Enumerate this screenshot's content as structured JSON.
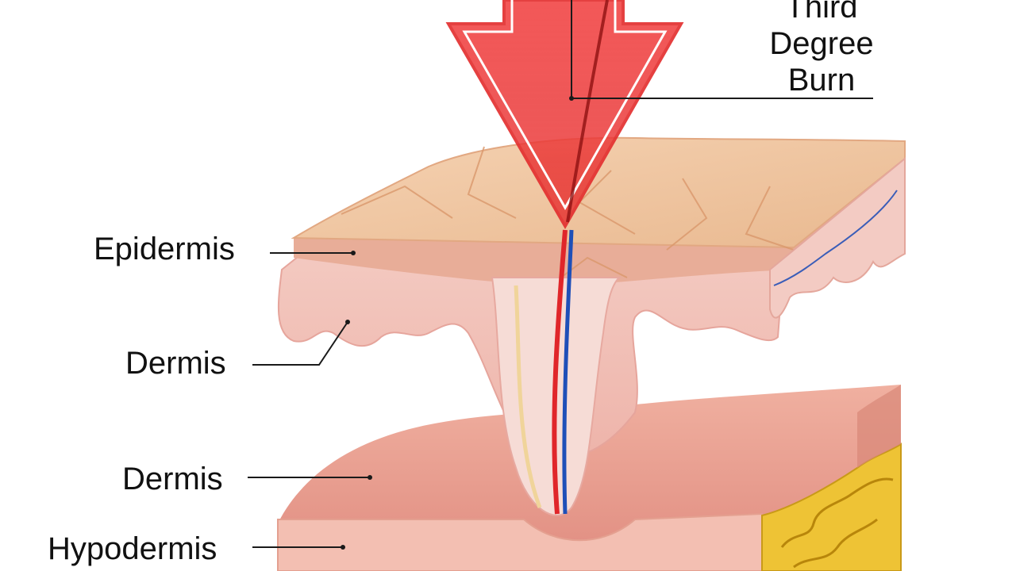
{
  "title": {
    "lines": [
      "Third",
      "Degree",
      "Burn"
    ]
  },
  "labels": {
    "epidermis": "Epidermis",
    "dermis_upper": "Dermis",
    "dermis_lower": "Dermis",
    "hypodermis": "Hypodermis"
  },
  "colors": {
    "arrow": "#ef3b3b",
    "epidermis": "#efc4a0",
    "dermis": "#f2c2bc",
    "hypodermis_fat": "#f0c830",
    "artery": "#e0262a",
    "vein": "#1e4fb8",
    "leader_line": "#1a1a1a"
  }
}
